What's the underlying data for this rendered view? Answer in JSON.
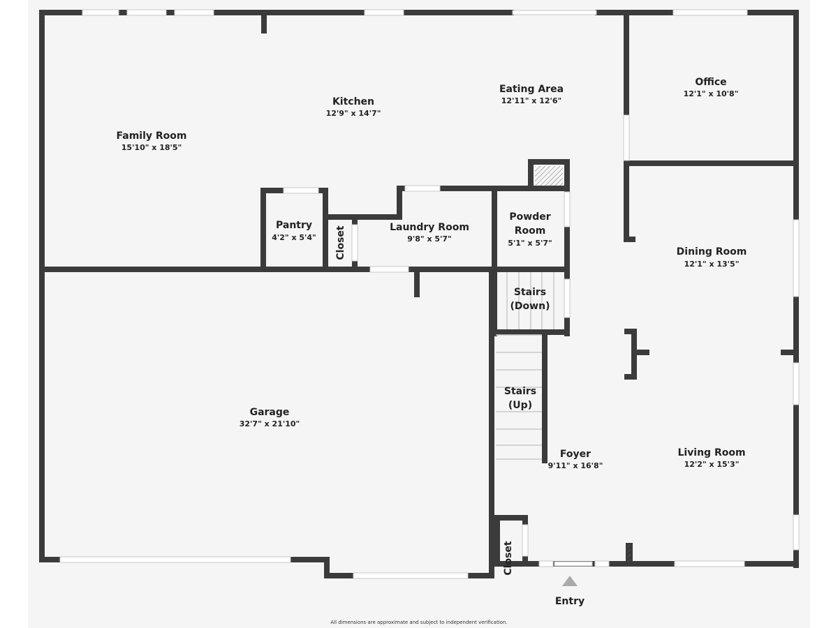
{
  "rooms": [
    {
      "name": "Family Room",
      "dim": "15'10\" x 18'5\""
    },
    {
      "name": "Kitchen",
      "dim": "12'9\" x 14'7\""
    },
    {
      "name": "Eating Area",
      "dim": "12'11\" x 12'6\""
    },
    {
      "name": "Office",
      "dim": "12'1\" x 10'8\""
    },
    {
      "name": "Pantry",
      "dim": "4'2\" x 5'4\""
    },
    {
      "name": "Closet"
    },
    {
      "name": "Laundry Room",
      "dim": "9'8\" x 5'7\""
    },
    {
      "name": "Powder",
      "name2": "Room",
      "dim": "5'1\" x 5'7\""
    },
    {
      "name": "Stairs",
      "name2": "(Down)"
    },
    {
      "name": "Dining Room",
      "dim": "12'1\" x 13'5\""
    },
    {
      "name": "Garage",
      "dim": "32'7\" x 21'10\""
    },
    {
      "name": "Stairs",
      "name2": "(Up)"
    },
    {
      "name": "Foyer",
      "dim": "9'11\" x 16'8\""
    },
    {
      "name": "Living Room",
      "dim": "12'2\" x 15'3\""
    },
    {
      "name": "Closet"
    }
  ],
  "entry": "Entry",
  "footer": "All dimensions are approximate and subject to independent verification.",
  "colors": {
    "wall": "#3b3b3b",
    "floor": "#f5f5f5"
  }
}
